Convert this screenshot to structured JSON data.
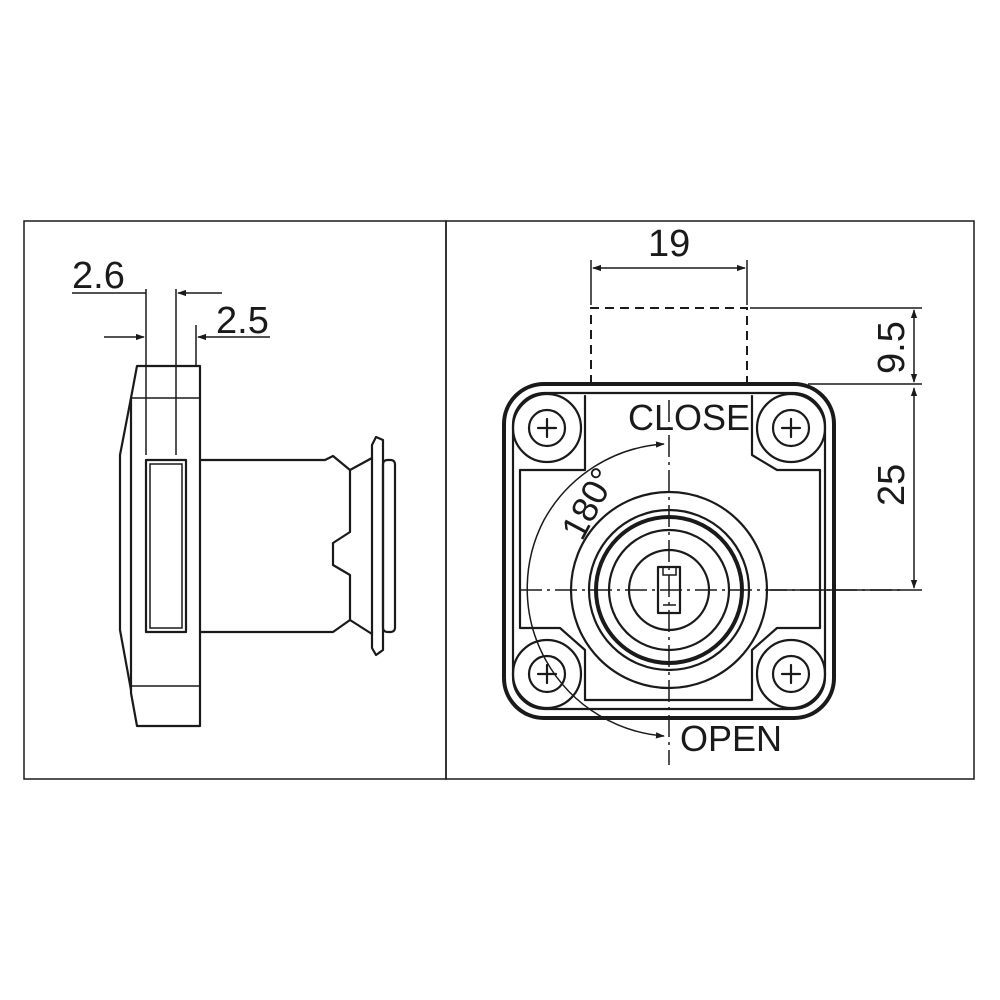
{
  "side_view": {
    "dim_flange_thickness": "2.6",
    "dim_bolt_offset": "2.5"
  },
  "front_view": {
    "dim_width": "19",
    "dim_bolt_throw": "9.5",
    "dim_center_height": "25",
    "label_close": "CLOSE",
    "label_open": "OPEN",
    "label_rotation": "180°"
  }
}
